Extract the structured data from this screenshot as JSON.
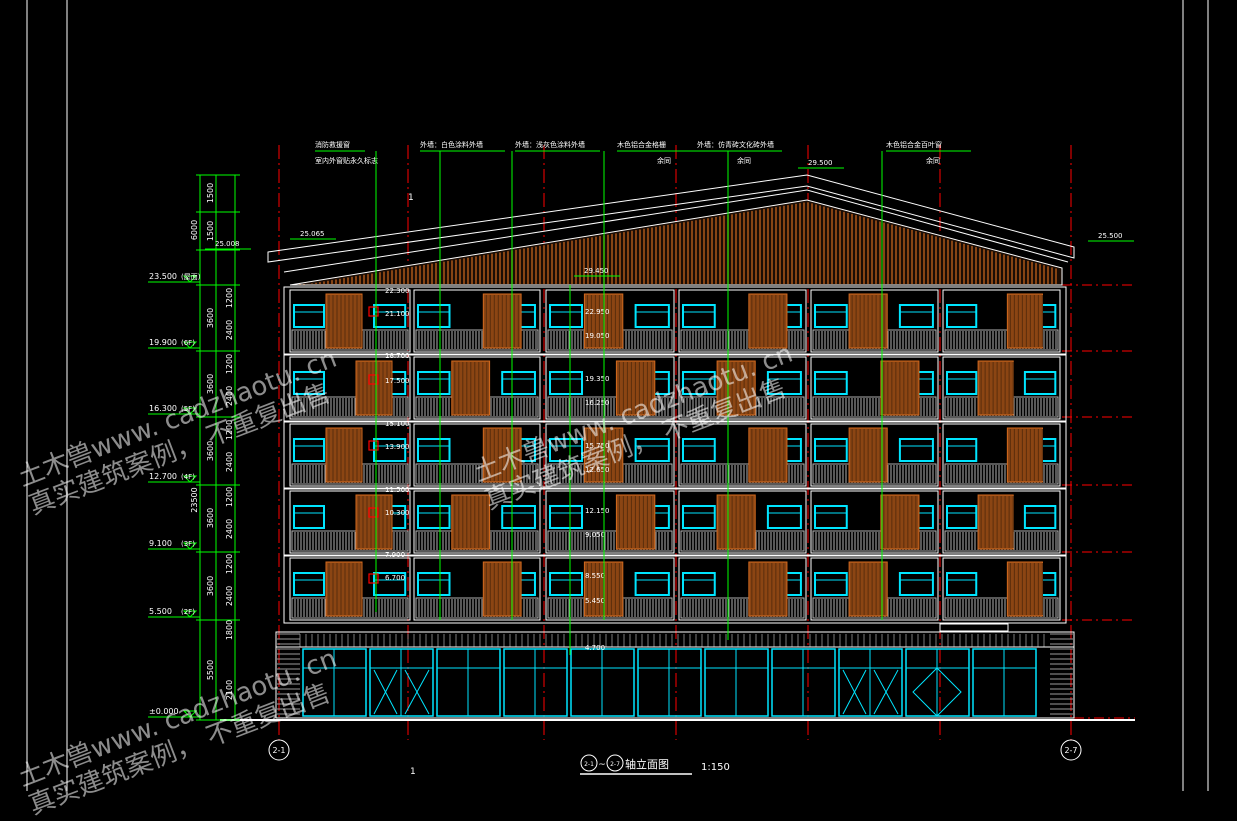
{
  "drawing": {
    "title_axis_a": "2-1",
    "title_sep": "~",
    "title_axis_b": "2-7",
    "title_text": "轴立面图",
    "scale": "1:150",
    "axis_left": "2-1",
    "axis_right": "2-7",
    "section_mark_top": "1",
    "section_mark_bottom": "1"
  },
  "callouts": [
    {
      "line1": "消防救援窗",
      "line2": "室内外窗贴永久标志"
    },
    {
      "line1": "外墙：白色涂料外墙",
      "line2": ""
    },
    {
      "line1": "外墙：浅灰色涂料外墙",
      "line2": ""
    },
    {
      "line1": "木色铝合金格栅",
      "line2": "余同"
    },
    {
      "line1": "外墙：仿青砖文化砖外墙",
      "line2": "余同"
    },
    {
      "line1": "木色铝合金百叶窗",
      "line2": "余同"
    }
  ],
  "left_levels": [
    {
      "value": "23.500",
      "note": "(屋面)"
    },
    {
      "value": "19.900",
      "note": "(6F)"
    },
    {
      "value": "16.300",
      "note": "(5F)"
    },
    {
      "value": "12.700",
      "note": "(4F)"
    },
    {
      "value": "9.100",
      "note": "(3F)"
    },
    {
      "value": "5.500",
      "note": "(2F)"
    },
    {
      "value": "±0.000",
      "note": ""
    }
  ],
  "roof_levels": {
    "ridge": "29.500",
    "eave_right": "25.500",
    "eave_left_a": "25.065",
    "eave_left_b": "25.008",
    "inner": "29.450"
  },
  "dims_outer": [
    "6000",
    "23500"
  ],
  "dims_mid": [
    "1500",
    "1500",
    "3600",
    "3600",
    "3600",
    "3600",
    "3600",
    "5500"
  ],
  "dims_inner": [
    "1200",
    "2400",
    "1200",
    "2400",
    "1200",
    "2400",
    "1200",
    "2400",
    "1200",
    "2400",
    "1800",
    "2100"
  ],
  "window_sill_marks": [
    "22.300",
    "21.100",
    "18.700",
    "17.500",
    "15.100",
    "13.900",
    "11.500",
    "10.300",
    "7.900",
    "6.700"
  ],
  "center_marks": [
    "22.950",
    "19.050",
    "19.350",
    "16.250",
    "15.750",
    "12.650",
    "12.150",
    "9.050",
    "8.550",
    "5.450",
    "4.700"
  ],
  "watermarks": [
    {
      "line1": "土木兽www. cadzhaotu. cn",
      "line2": "真实建筑案例， 不重复出售"
    },
    {
      "line1": "土木兽www. cadzhaotu. cn",
      "line2": "真实建筑案例， 不重复出售"
    },
    {
      "line1": "土木兽www. cadzhaotu. cn",
      "line2": "真实建筑案例， 不重复出售"
    }
  ],
  "colors": {
    "background": "#000000",
    "wall_line": "#ffffff",
    "window": "#00e5ff",
    "timber": "#8b4513",
    "timber_line": "#d2691e",
    "dimension": "#00ff00",
    "axis": "#ff0000",
    "railing": "#b0b0b0",
    "brick": "#9a9a9a"
  }
}
